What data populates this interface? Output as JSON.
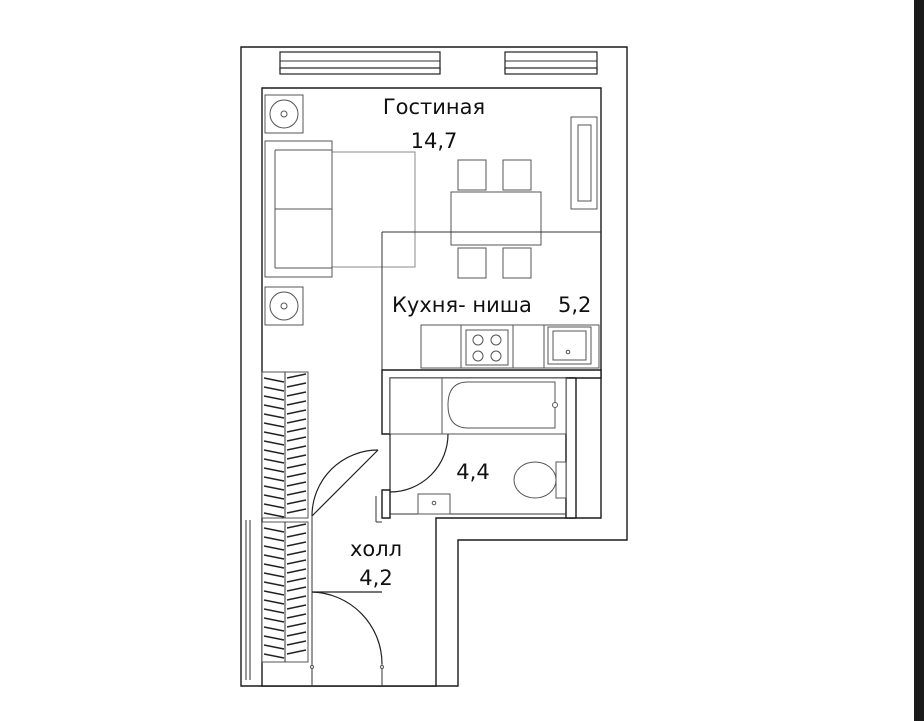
{
  "rooms": {
    "living": {
      "name": "Гостиная",
      "area": "14,7"
    },
    "kitchen": {
      "name": "Кухня- ниша",
      "area": "5,2"
    },
    "bath": {
      "area": "4,4"
    },
    "hall": {
      "name": "холл",
      "area": "4,2"
    }
  },
  "colors": {
    "wall": "#1a1a1a",
    "furniture": "#555555",
    "background": "#ffffff"
  }
}
